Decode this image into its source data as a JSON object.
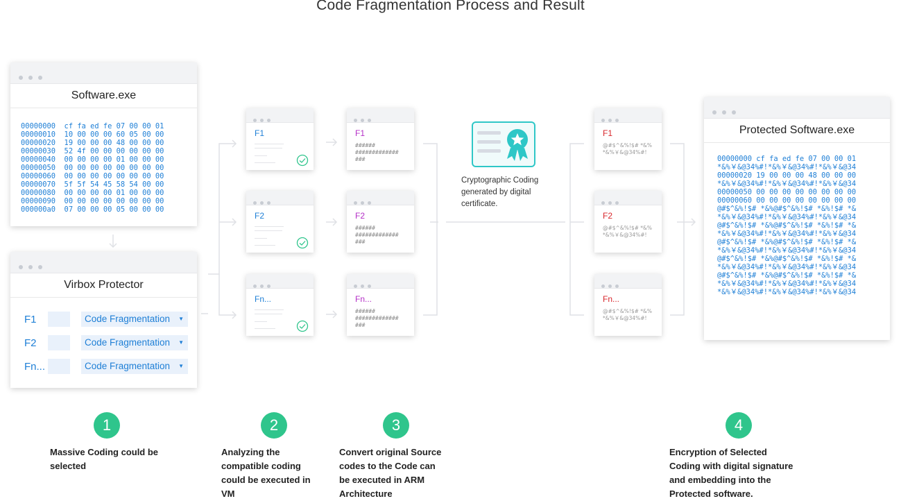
{
  "title": "Code Fragmentation Process and Result",
  "software_window": {
    "title": "Software.exe",
    "hex_lines": [
      "00000000  cf fa ed fe 07 00 00 01",
      "00000010  10 00 00 00 60 05 00 00",
      "00000020  19 00 00 00 48 00 00 00",
      "00000030  52 4f 00 00 00 00 00 00",
      "00000040  00 00 00 00 01 00 00 00",
      "00000050  00 00 00 00 00 00 00 00",
      "00000060  00 00 00 00 00 00 00 00",
      "00000070  5f 5f 54 45 58 54 00 00",
      "00000080  00 00 00 00 01 00 00 00",
      "00000090  00 00 00 00 00 00 00 00",
      "000000a0  07 00 00 00 05 00 00 00"
    ]
  },
  "protector_window": {
    "title": "Virbox Protector",
    "rows": [
      {
        "label": "F1",
        "option": "Code Fragmentation"
      },
      {
        "label": "F2",
        "option": "Code Fragmentation"
      },
      {
        "label": "Fn...",
        "option": "Code Fragmentation"
      }
    ]
  },
  "analysis_windows": [
    {
      "label": "F1"
    },
    {
      "label": "F2"
    },
    {
      "label": "Fn..."
    }
  ],
  "convert_windows": [
    {
      "label": "F1",
      "hashes": "######\n#############\n###"
    },
    {
      "label": "F2",
      "hashes": "######\n#############\n###"
    },
    {
      "label": "Fn...",
      "hashes": "######\n#############\n###"
    }
  ],
  "certificate": {
    "text": "Cryptographic Coding\ngenerated by digital\ncertificate."
  },
  "encrypted_windows": [
    {
      "label": "F1",
      "text": "@#$^&%!$# *&%\n*&%￥&@34%#!"
    },
    {
      "label": "F2",
      "text": "@#$^&%!$# *&%\n*&%￥&@34%#!"
    },
    {
      "label": "Fn...",
      "text": "@#$^&%!$# *&%\n*&%￥&@34%#!"
    }
  ],
  "protected_window": {
    "title": "Protected Software.exe",
    "lines": [
      "00000000 cf fa ed fe 07 00 00 01",
      "*&%￥&@34%#!*&%￥&@34%#!*&%￥&@34",
      "00000020 19 00 00 00 48 00 00 00",
      "*&%￥&@34%#!*&%￥&@34%#!*&%￥&@34",
      "00000050 00 00 00 00 00 00 00 00",
      "00000060 00 00 00 00 00 00 00 00",
      "@#$^&%!$# *&%@#$^&%!$# *&%!$# *&",
      "*&%￥&@34%#!*&%￥&@34%#!*&%￥&@34",
      "@#$^&%!$# *&%@#$^&%!$# *&%!$# *&",
      "*&%￥&@34%#!*&%￥&@34%#!*&%￥&@34",
      "@#$^&%!$# *&%@#$^&%!$# *&%!$# *&",
      "*&%￥&@34%#!*&%￥&@34%#!*&%￥&@34",
      "@#$^&%!$# *&%@#$^&%!$# *&%!$# *&",
      "*&%￥&@34%#!*&%￥&@34%#!*&%￥&@34",
      "@#$^&%!$# *&%@#$^&%!$# *&%!$# *&",
      "*&%￥&@34%#!*&%￥&@34%#!*&%￥&@34",
      "*&%￥&@34%#!*&%￥&@34%#!*&%￥&@34"
    ]
  },
  "steps": [
    {
      "number": "1",
      "text": "Massive Coding could be\nselected"
    },
    {
      "number": "2",
      "text": "Analyzing the\ncompatible coding\ncould be executed in\nVM"
    },
    {
      "number": "3",
      "text": "Convert original Source\ncodes to the Code can\nbe executed in ARM\nArchitecture"
    },
    {
      "number": "4",
      "text": "Encryption of Selected\nCoding with digital signature\nand embedding into the\nProtected software."
    }
  ],
  "colors": {
    "blue": "#1e7fd6",
    "purple": "#b42fc7",
    "red": "#d8262b",
    "green": "#2fc58c",
    "teal": "#2ec7c7"
  }
}
